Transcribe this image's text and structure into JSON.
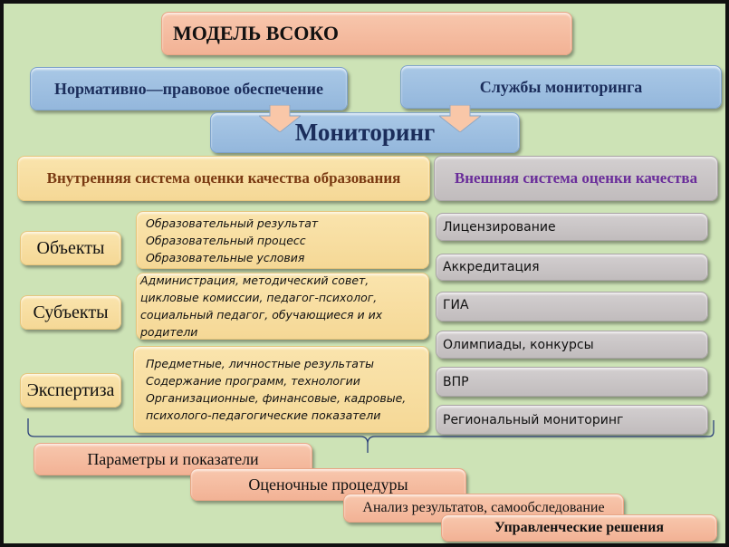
{
  "title": "МОДЕЛЬ ВСОКО",
  "top_boxes": {
    "legal": "Нормативно—правовое обеспечение",
    "services": "Службы мониторинга"
  },
  "monitoring": "Мониторинг",
  "internal": {
    "heading": "Внутренняя система оценки качества образования",
    "rows": [
      {
        "label": "Объекты",
        "lines": [
          "Образовательный результат",
          "Образовательный процесс",
          "Образовательные условия"
        ]
      },
      {
        "label": "Субъекты",
        "lines": [
          "Администрация, методический совет,",
          "цикловые комиссии, педагог-психолог,",
          "социальный педагог, обучающиеся и их",
          "родители"
        ]
      },
      {
        "label": "Экспертиза",
        "lines": [
          "Предметные, личностные результаты",
          "Содержание программ, технологии",
          "Организационные, финансовые, кадровые,",
          "психолого-педагогические показатели"
        ]
      }
    ]
  },
  "external": {
    "heading": "Внешняя система оценки  качества",
    "items": [
      "Лицензирование",
      "Аккредитация",
      "ГИА",
      "Олимпиады, конкурсы",
      "ВПР",
      "Региональный мониторинг"
    ]
  },
  "steps": [
    "Параметры и показатели",
    "Оценочные процедуры",
    "Анализ результатов, самообследование",
    "Управленческие решения"
  ],
  "colors": {
    "background": "#cde3b6",
    "peach": "#f2b295",
    "blue": "#94b7dc",
    "tan": "#f5d896",
    "grey": "#c1bcbd"
  }
}
